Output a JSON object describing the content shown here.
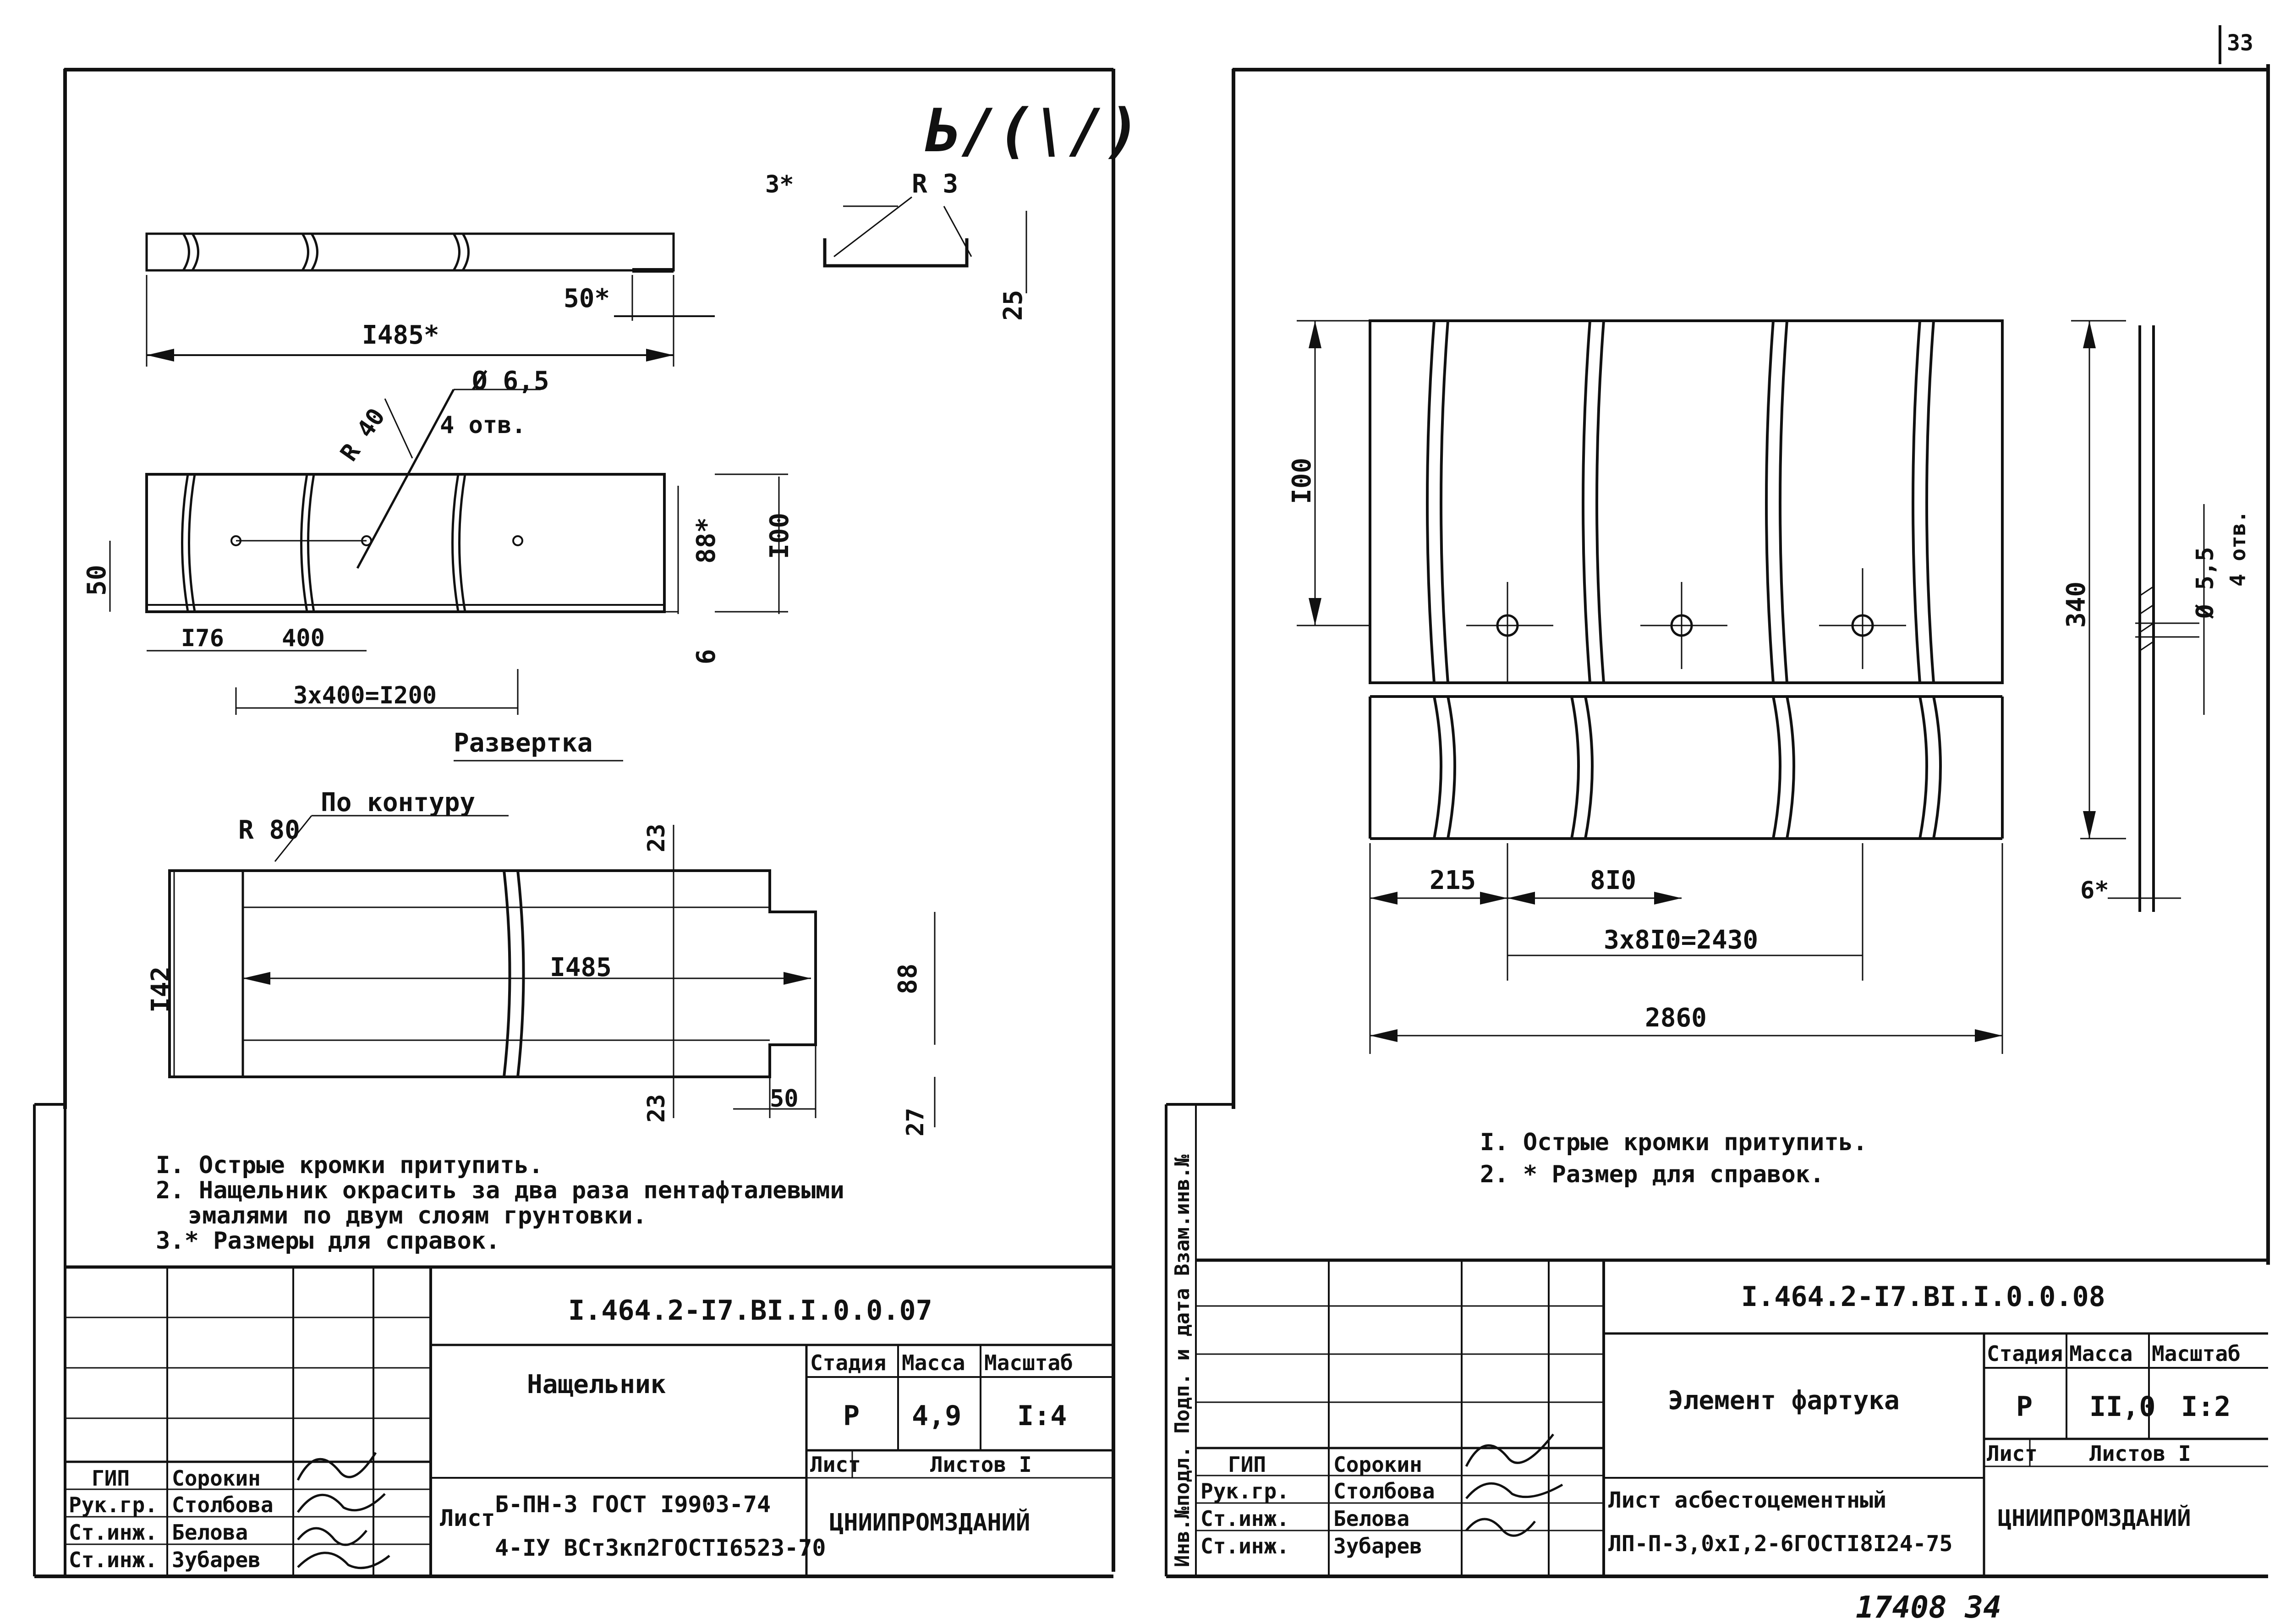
{
  "page_number": "33",
  "left": {
    "mark": "Ь/(\\/)",
    "dims": {
      "top_length": "I485*",
      "end": "50*",
      "profile_lip": "3*",
      "profile_r": "R 3",
      "profile_h": "25",
      "hole_d": "Ø 6,5",
      "hole_n": "4 отв.",
      "bend_r": "R 40",
      "w100": "I00",
      "w88": "88*",
      "w50": "50",
      "w6": "6",
      "x176": "I76",
      "x400": "400",
      "x1200": "3x400=I200",
      "caption": "Развертка",
      "contour": "По контуру",
      "r80": "R 80",
      "d23a": "23",
      "d23b": "23",
      "len": "I485",
      "d142": "I42",
      "d88": "88",
      "d50": "50",
      "d27": "27"
    },
    "notes": [
      "I. Острые кромки притупить.",
      "2. Нащельник окрасить за два раза пентафталевыми",
      "эмалями по двум слоям грунтовки.",
      "3.* Размеры для справок."
    ],
    "tb": {
      "doc_code": "I.464.2-I7.BI.I.0.0.07",
      "name": "Нащельник",
      "h_stage": "Стадия",
      "h_mass": "Масса",
      "h_scale": "Масштаб",
      "stage": "Р",
      "mass": "4,9",
      "scale": "I:4",
      "sheet": "Лист",
      "sheets": "Листов I",
      "org": "ЦНИИПРОМЗДАНИЙ",
      "mat1": "Б-ПН-3 ГОСТ I9903-74",
      "mat2": "4-IУ ВСт3кп2ГОСТI6523-70",
      "mat_prefix": "Лист",
      "roles": [
        "ГИП",
        "Рук.гр.",
        "Ст.инж.",
        "Ст.инж."
      ],
      "names": [
        "Сорокин",
        "Столбова",
        "Белова",
        "Зубарев"
      ]
    }
  },
  "right": {
    "dims": {
      "d100": "I00",
      "d340": "340",
      "hole_d": "Ø 5,5",
      "hole_n": "4 отв.",
      "d6": "6*",
      "d215": "215",
      "d810": "8I0",
      "d2430": "3x8I0=2430",
      "d2860": "2860"
    },
    "notes": [
      "I. Острые кромки притупить.",
      "2. * Размер для справок."
    ],
    "side_stamp": "Инв.№подл. Подп. и дата Взам.инв.№",
    "tb": {
      "doc_code": "I.464.2-I7.BI.I.0.0.08",
      "name": "Элемент фартука",
      "h_stage": "Стадия",
      "h_mass": "Масса",
      "h_scale": "Масштаб",
      "stage": "Р",
      "mass": "II,0",
      "scale": "I:2",
      "sheet": "Лист",
      "sheets": "Листов I",
      "org": "ЦНИИПРОМЗДАНИЙ",
      "mat1": "Лист асбестоцементный",
      "mat2": "ЛП-П-3,0xI,2-6ГОСТI8I24-75",
      "roles": [
        "ГИП",
        "Рук.гр.",
        "Ст.инж.",
        "Ст.инж."
      ],
      "names": [
        "Сорокин",
        "Столбова",
        "Белова",
        "Зубарев"
      ]
    }
  },
  "archive_number": "17408 34"
}
